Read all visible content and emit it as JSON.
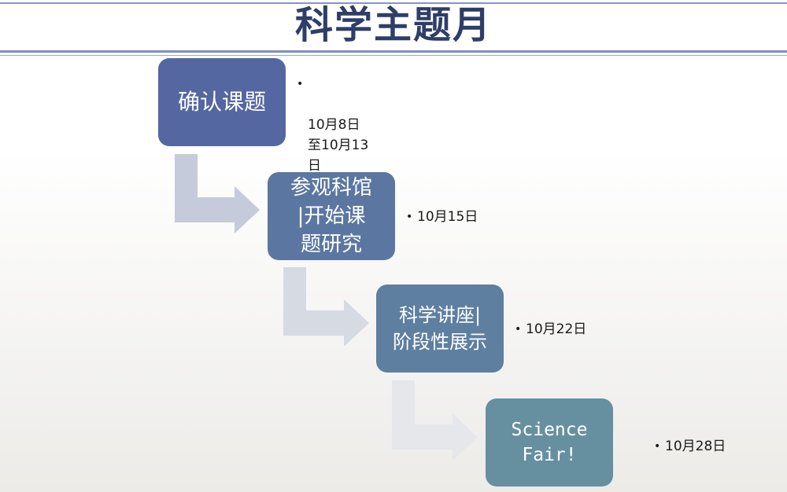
{
  "title": "科学主题月",
  "steps": [
    {
      "label": "确认课题",
      "date": "10月8日\n至10月13\n日"
    },
    {
      "label": "参观科馆\n|开始课\n题研究",
      "date": "10月15日"
    },
    {
      "label": "科学讲座|\n阶段性展示",
      "date": "10月22日"
    },
    {
      "label": "Science\nFair!",
      "date": "10月28日"
    }
  ],
  "bullet": "•",
  "colors": {
    "title": "#2f3e68",
    "box1": "#5567a1",
    "box2": "#5b77a1",
    "box3": "#5e7fa0",
    "box4": "#6690a0",
    "rule": "#7f8fbf"
  }
}
